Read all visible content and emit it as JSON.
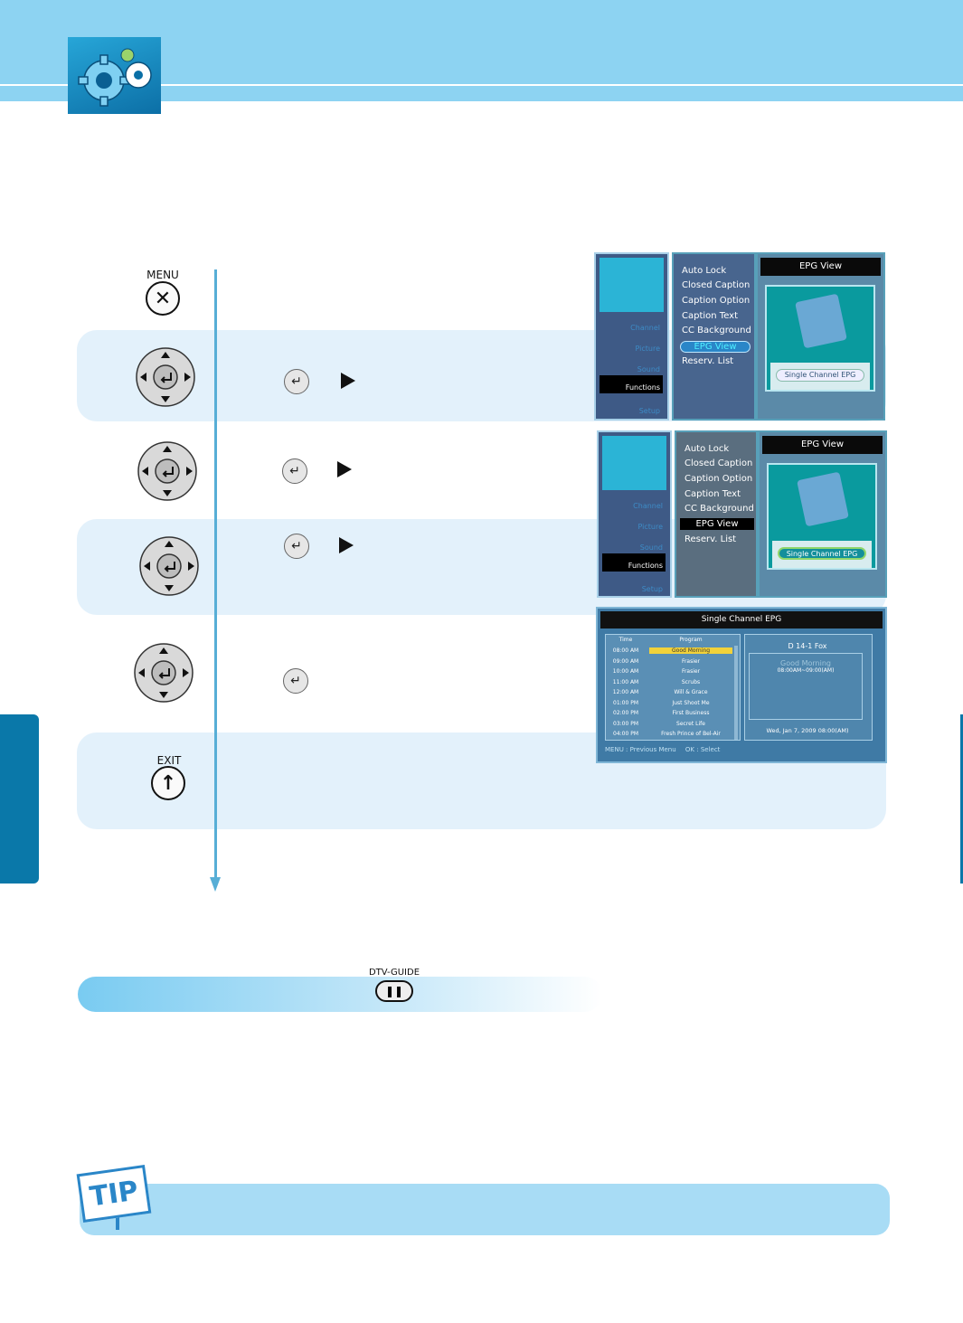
{
  "header": {
    "icon": "gears-icon"
  },
  "buttons": {
    "menu_label": "MENU",
    "exit_label": "EXIT",
    "dtv_guide_label": "DTV-GUIDE"
  },
  "tv_menu": {
    "sidebar": [
      "Channel",
      "Picture",
      "Sound",
      "Functions",
      "Setup"
    ],
    "items": [
      "Auto Lock",
      "Closed Caption",
      "Caption Option",
      "Caption Text",
      "CC Background",
      "EPG View",
      "Reserv. List"
    ],
    "preview_title": "EPG View",
    "preview_button": "Single Channel EPG"
  },
  "epg": {
    "title": "Single Channel EPG",
    "col_time": "Time",
    "col_program": "Program",
    "rows": [
      {
        "time": "08:00 AM",
        "program": "Good Morning"
      },
      {
        "time": "09:00 AM",
        "program": "Frasier"
      },
      {
        "time": "10:00 AM",
        "program": "Frasier"
      },
      {
        "time": "11:00 AM",
        "program": "Scrubs"
      },
      {
        "time": "12:00 AM",
        "program": "Will & Grace"
      },
      {
        "time": "01:00 PM",
        "program": "Just Shoot Me"
      },
      {
        "time": "02:00 PM",
        "program": "First Business"
      },
      {
        "time": "03:00 PM",
        "program": "Secret Life"
      },
      {
        "time": "04:00 PM",
        "program": "Fresh Prince of Bel-Air"
      }
    ],
    "channel": "D 14-1 Fox",
    "detail_title": "Good Morning",
    "detail_time": "08:00AM~09:00(AM)",
    "date": "Wed, Jan 7, 2009 08:00(AM)",
    "footer_menu": "MENU : Previous Menu",
    "footer_ok": "OK : Select"
  },
  "tip": {
    "label": "TIP"
  },
  "colors": {
    "header": "#8dd3f2",
    "accent": "#0a78a9",
    "band": "#e3f1fb",
    "flow_line": "#57aed6",
    "highlight": "#f2d23a"
  }
}
